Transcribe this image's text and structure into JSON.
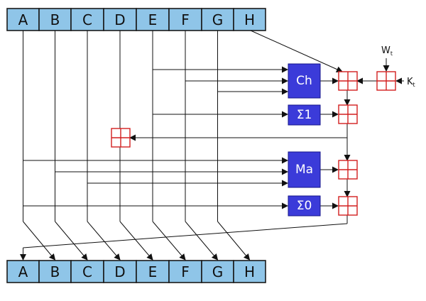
{
  "registers": {
    "top": [
      "A",
      "B",
      "C",
      "D",
      "E",
      "F",
      "G",
      "H"
    ],
    "bottom": [
      "A",
      "B",
      "C",
      "D",
      "E",
      "F",
      "G",
      "H"
    ]
  },
  "functions": {
    "ch": "Ch",
    "sigma1": "Σ1",
    "ma": "Ma",
    "sigma0": "Σ0"
  },
  "inputs": {
    "w": {
      "main": "W",
      "sub": "t"
    },
    "k": {
      "main": "K",
      "sub": "t"
    }
  },
  "colors": {
    "register_fill": "#8fc5e8",
    "function_fill": "#3b3bd9",
    "adder_stroke": "#d21e1e"
  }
}
